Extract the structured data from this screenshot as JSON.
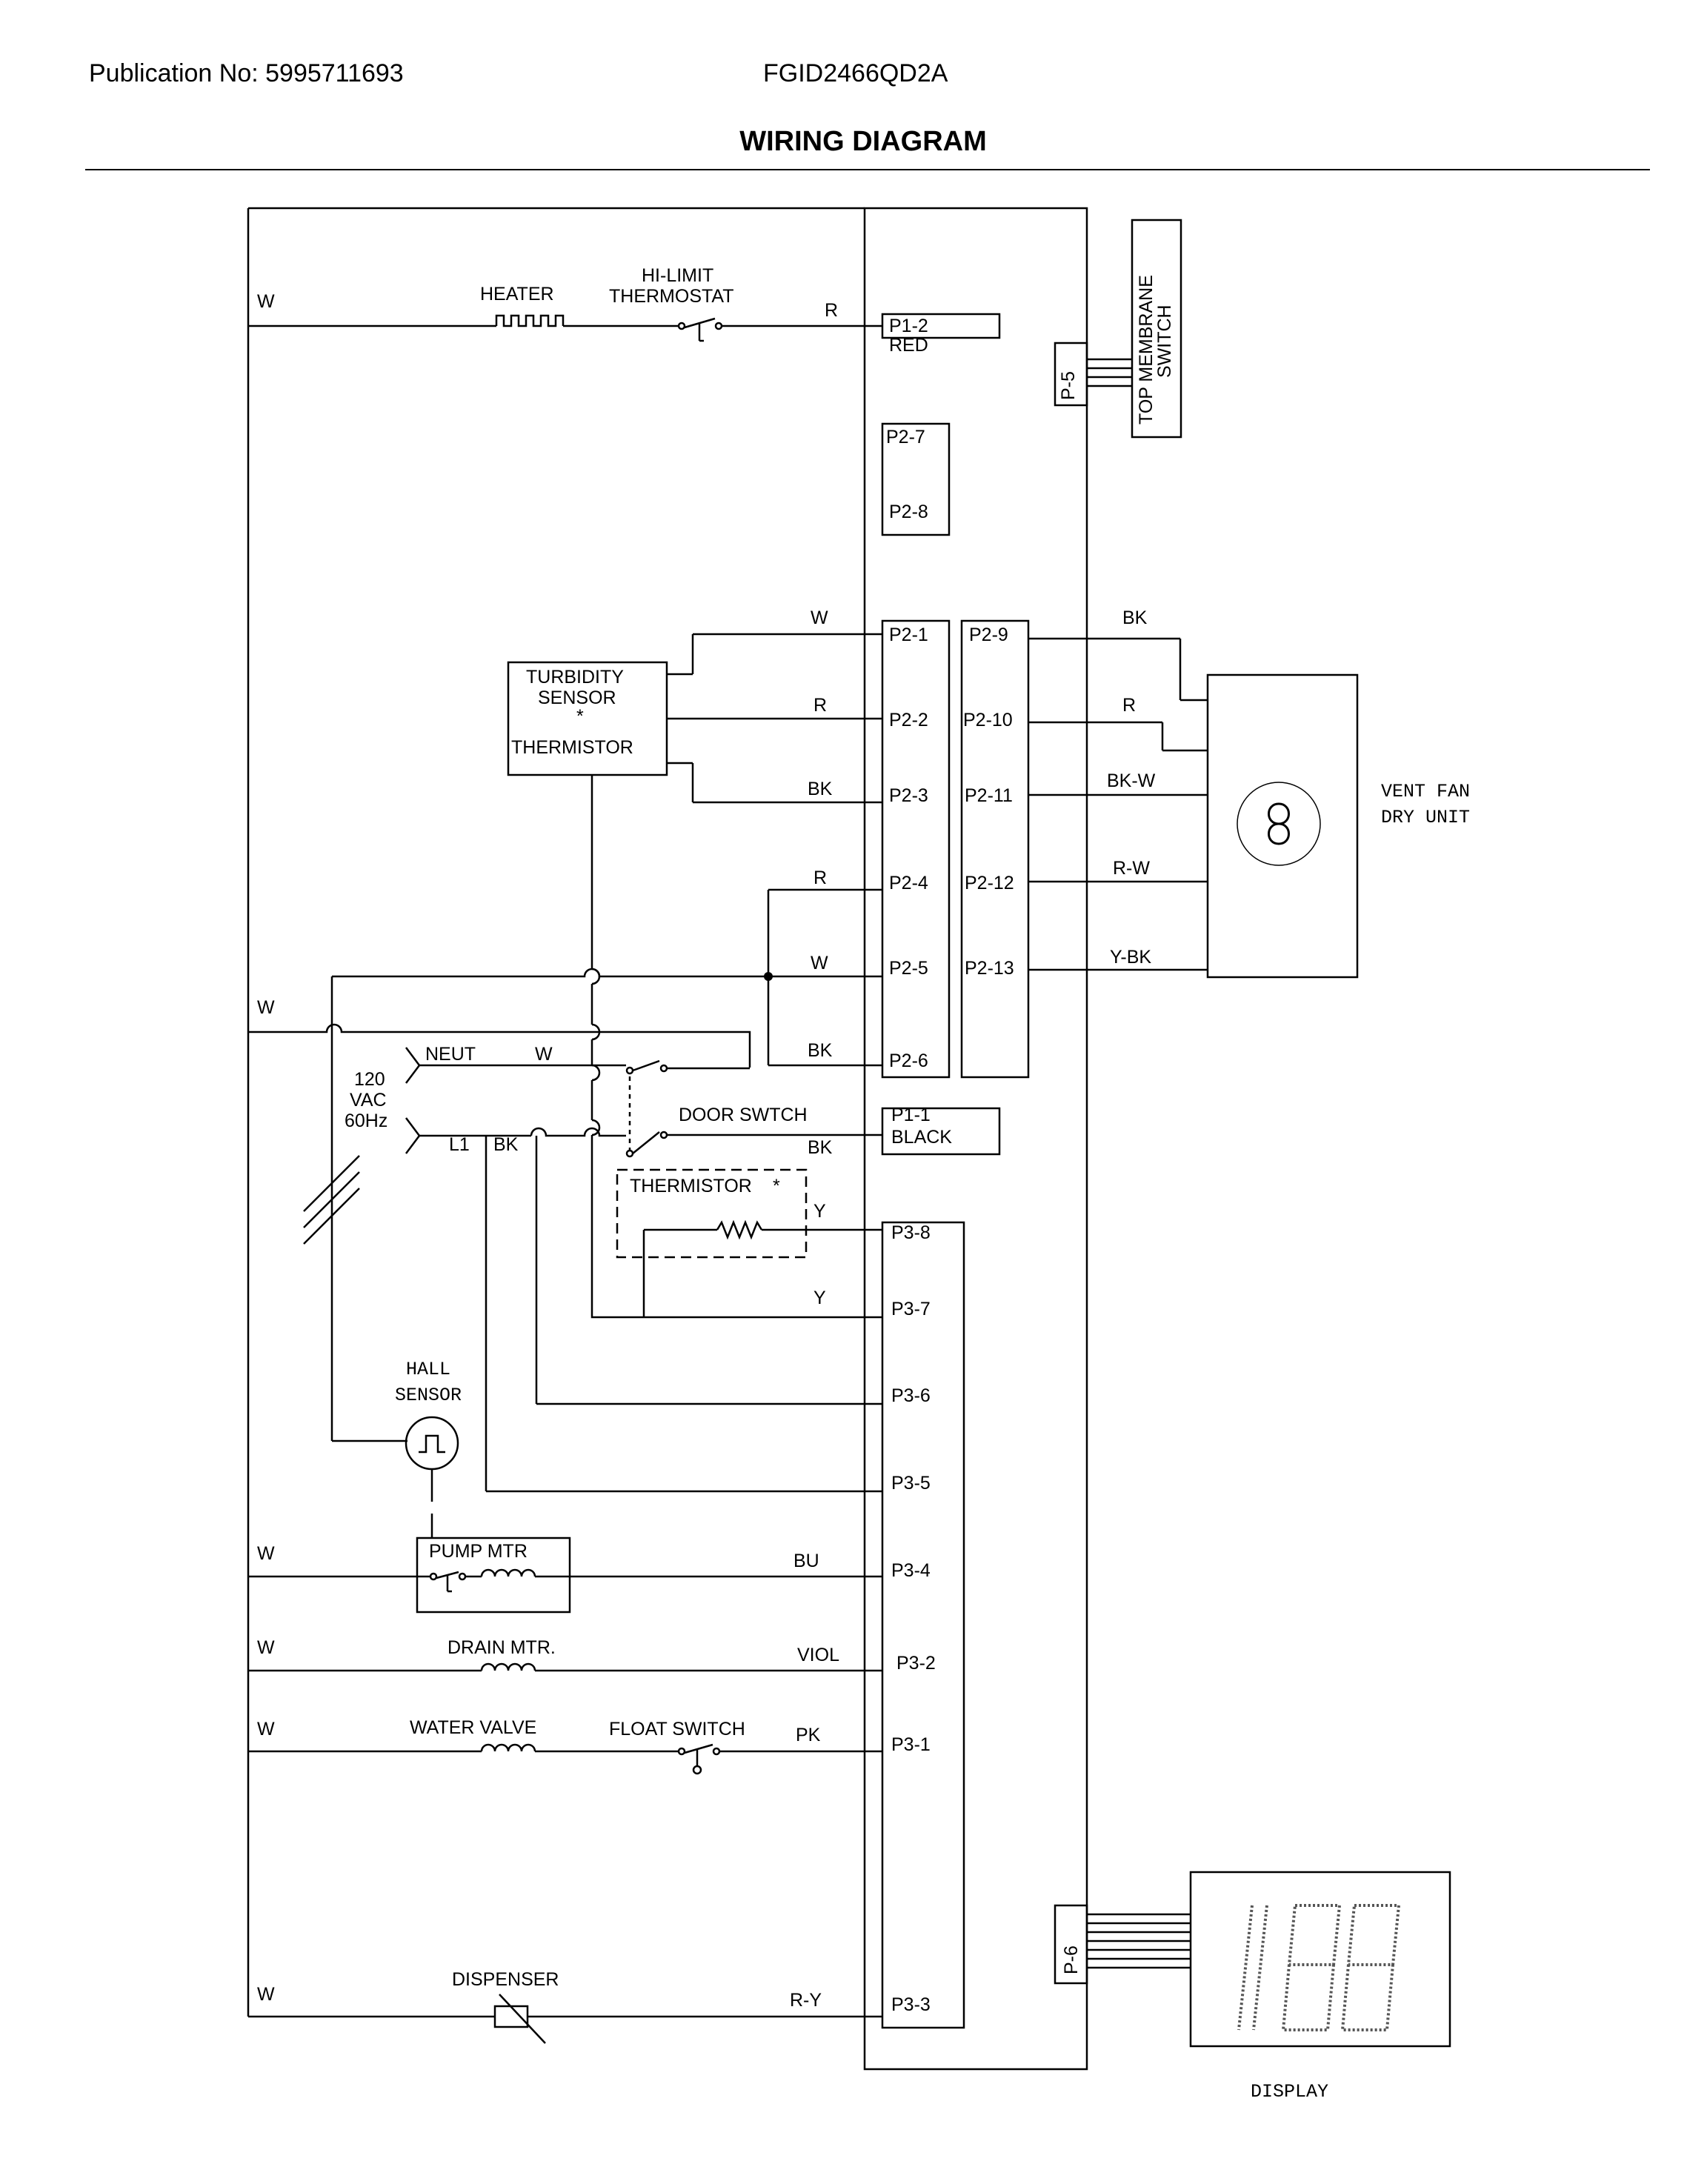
{
  "header": {
    "publication": "Publication No: 5995711693",
    "model": "FGID2466QD2A",
    "title": "WIRING DIAGRAM"
  },
  "labels": {
    "w": "W",
    "r": "R",
    "bk": "BK",
    "y": "Y",
    "bu": "BU",
    "viol": "VIOL",
    "pk": "PK",
    "bk_w": "BK-W",
    "r_w": "R-W",
    "y_bk": "Y-BK",
    "r_y": "R-Y",
    "heater": "HEATER",
    "hilimit_1": "HI-LIMIT",
    "hilimit_2": "THERMOSTAT",
    "turb_1": "TURBIDITY",
    "turb_2": "SENSOR",
    "star": "*",
    "turb_3": "THERMISTOR",
    "neut": "NEUT",
    "l1": "L1",
    "vac_1": "120",
    "vac_2": "VAC",
    "vac_3": "60Hz",
    "door_switch": "DOOR SWTCH",
    "thermistor": "THERMISTOR",
    "hall_1": "HALL",
    "hall_2": "SENSOR",
    "pump_mtr": "PUMP MTR",
    "drain_mtr": "DRAIN MTR.",
    "water_valve": "WATER VALVE",
    "float_switch": "FLOAT SWITCH",
    "dispenser": "DISPENSER",
    "vent_1": "VENT FAN",
    "vent_2": "DRY UNIT",
    "membrane_1": "TOP MEMBRANE",
    "membrane_2": "SWITCH",
    "display": "DISPLAY",
    "p1_2": "P1-2",
    "red": "RED",
    "p1_1": "P1-1",
    "black": "BLACK",
    "p5": "P-5",
    "p6": "P-6",
    "p2_1": "P2-1",
    "p2_2": "P2-2",
    "p2_3": "P2-3",
    "p2_4": "P2-4",
    "p2_5": "P2-5",
    "p2_6": "P2-6",
    "p2_7": "P2-7",
    "p2_8": "P2-8",
    "p2_9": "P2-9",
    "p2_10": "P2-10",
    "p2_11": "P2-11",
    "p2_12": "P2-12",
    "p2_13": "P2-13",
    "p3_1": "P3-1",
    "p3_2": "P3-2",
    "p3_3": "P3-3",
    "p3_4": "P3-4",
    "p3_5": "P3-5",
    "p3_6": "P3-6",
    "p3_7": "P3-7",
    "p3_8": "P3-8"
  }
}
